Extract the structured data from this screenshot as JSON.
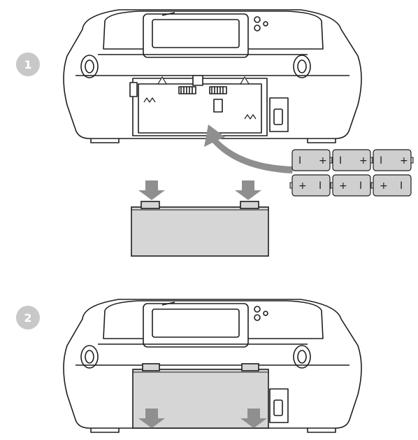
{
  "steps": [
    {
      "number": "1"
    },
    {
      "number": "2"
    }
  ],
  "battery": {
    "plus": "+",
    "minus": "I",
    "count_per_row": 3,
    "rows": 2
  },
  "colors": {
    "line": "#1e1e1e",
    "badge": "#c8c8c8",
    "arrow": "#8f8f8f",
    "cover": "#d6d6d6",
    "battery": "#cfcfcf",
    "body": "#ffffff"
  }
}
